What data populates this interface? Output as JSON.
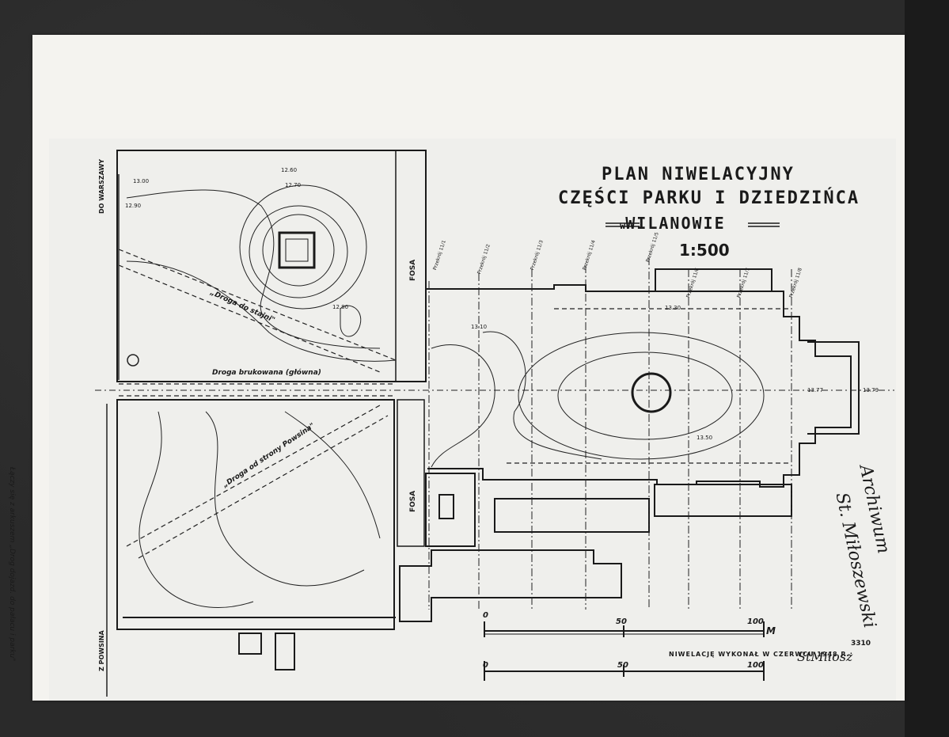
{
  "map": {
    "title_line1": "PLAN NIWELACYJNY",
    "title_line2": "CZĘŚCI PARKU I DZIEDZIŃCA",
    "title_w": "w",
    "title_line3": "WILANOWIE",
    "scale_ratio": "1:500",
    "labels": {
      "to_warsaw": "DO WARSZAWY",
      "to_powsin": "Z POWSINA",
      "fosa": "FOSA",
      "road_farm": "„Droga do stajni\"",
      "road_main": "Droga brukowana (główna)",
      "road_powsin": "„Droga od strony Powsina\"",
      "side_note": "Łączy się z arkuszem „Drog dojazd. do pałacu i parku\""
    },
    "scale_bar_top": {
      "ticks": [
        "0",
        "50",
        "100"
      ],
      "unit": "M"
    },
    "scale_bar_bottom": {
      "ticks": [
        "0",
        "50",
        "100"
      ]
    },
    "credit": "NIWELACJĘ WYKONAŁ W CZERWCU 1948 R.:",
    "signature": "StMiłosz",
    "handwritten_line1": "Archiwum",
    "handwritten_line2": "St. Miłoszewski",
    "stamp_number": "3310",
    "elevations": [
      "13.00",
      "12.60",
      "12.70",
      "12.90",
      "13.10",
      "12.80",
      "13.30",
      "13.77",
      "13.79",
      "13.50"
    ],
    "profiles": [
      "Przekrój 11/1",
      "Przekrój 11/2",
      "Przekrój 11/3",
      "Przekrój 11/4",
      "Przekrój 11/5",
      "Przekrój 11/6",
      "Przekrój 11/7",
      "Przekrój 11/8"
    ]
  },
  "colors": {
    "paper": "#f4f3ef",
    "ink": "#1a1a1a",
    "background": "#2a2a2a"
  }
}
